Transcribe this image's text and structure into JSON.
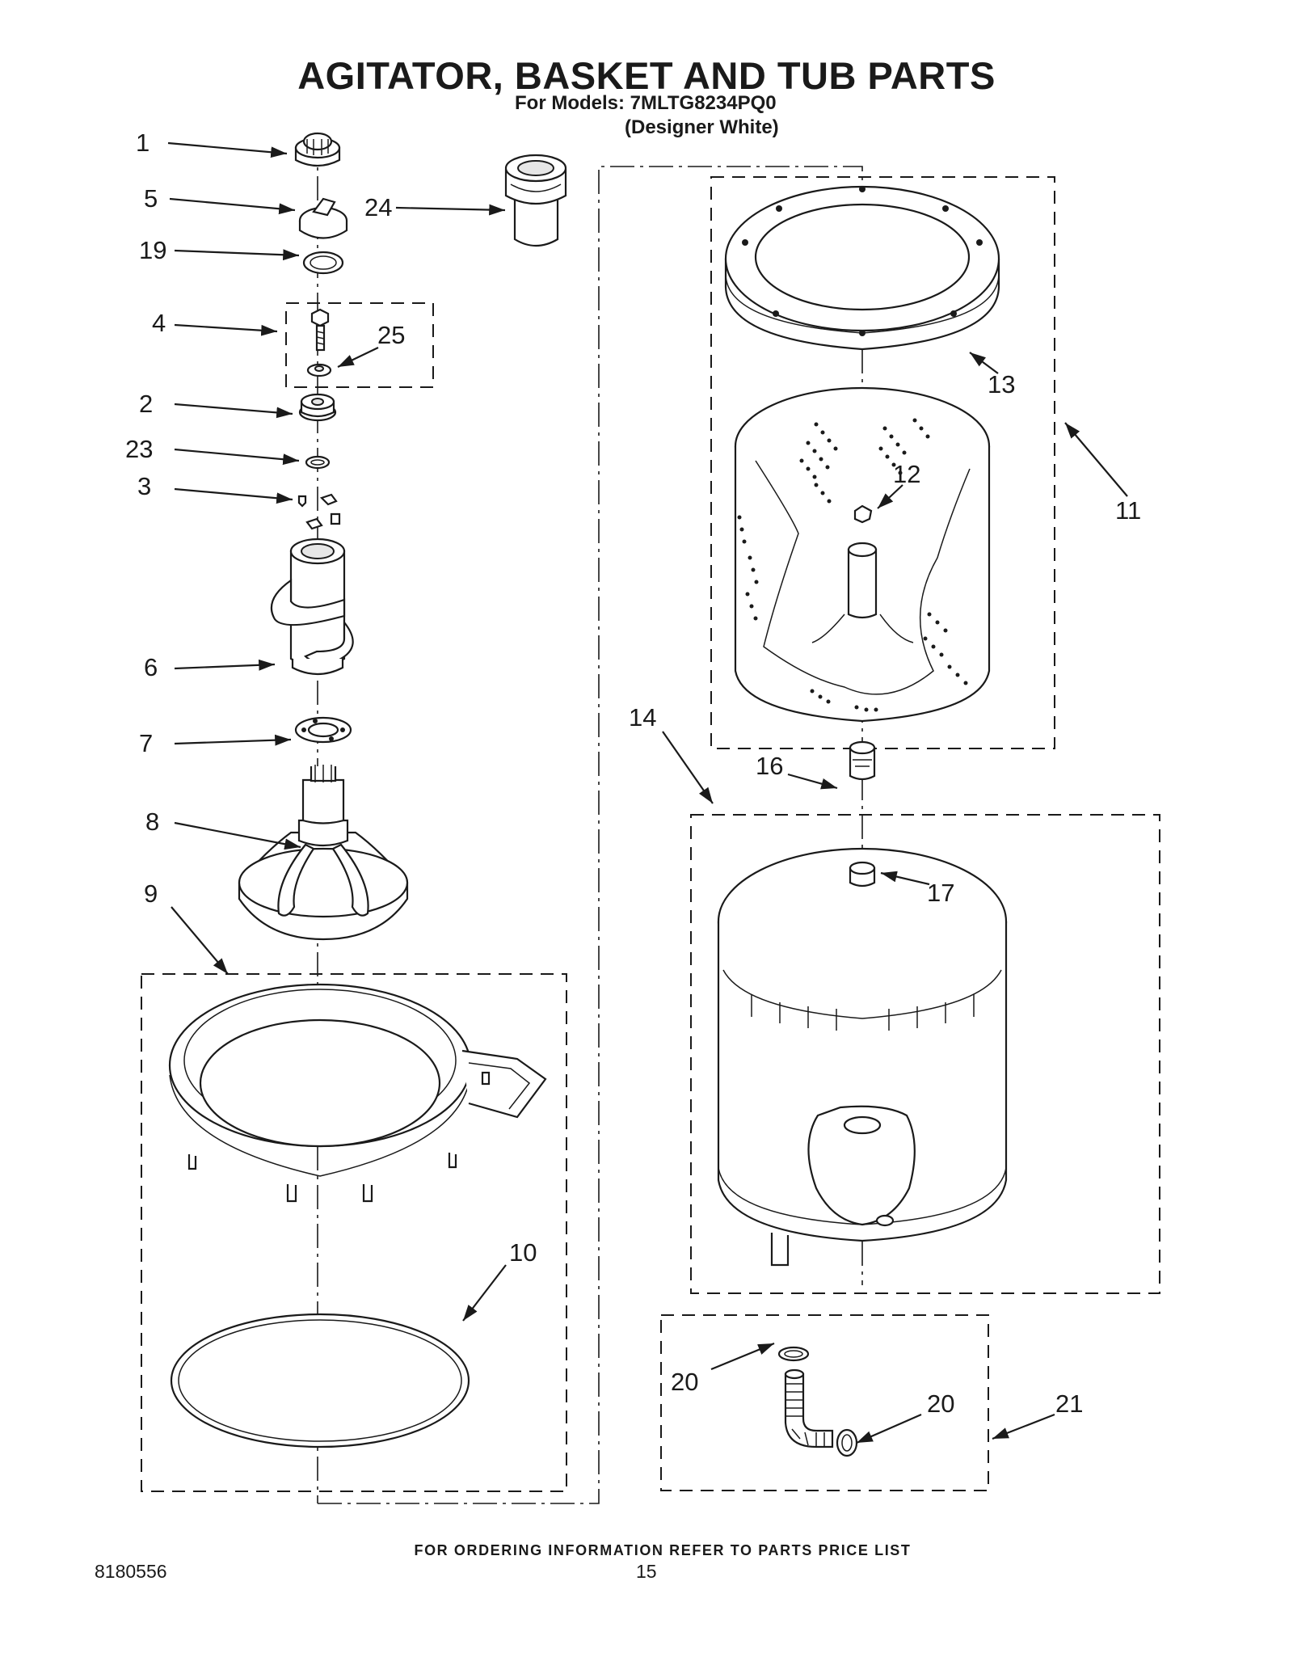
{
  "header": {
    "title": "AGITATOR, BASKET AND TUB PARTS",
    "models_line": "For Models: 7MLTG8234PQ0",
    "variant_line": "(Designer White)"
  },
  "callouts": {
    "c1": "1",
    "c5": "5",
    "c19": "19",
    "c4": "4",
    "c25": "25",
    "c24": "24",
    "c2": "2",
    "c23": "23",
    "c3": "3",
    "c6": "6",
    "c7": "7",
    "c8": "8",
    "c9": "9",
    "c10": "10",
    "c11": "11",
    "c12": "12",
    "c13": "13",
    "c14": "14",
    "c16": "16",
    "c17": "17",
    "c20a": "20",
    "c20b": "20",
    "c21": "21"
  },
  "footer": {
    "ordering_note": "FOR ORDERING INFORMATION REFER TO PARTS PRICE LIST",
    "document_number": "8180556",
    "page_number": "15"
  }
}
